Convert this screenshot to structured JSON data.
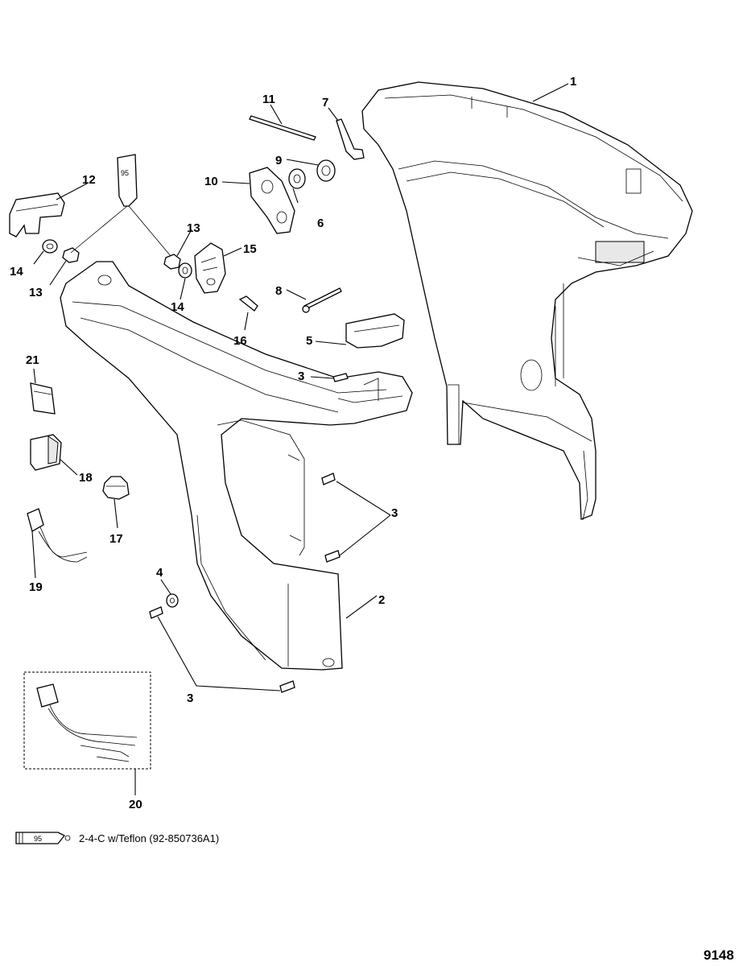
{
  "callouts": {
    "c1": "1",
    "c2": "2",
    "c3a": "3",
    "c3b": "3",
    "c3c": "3",
    "c4": "4",
    "c5": "5",
    "c6": "6",
    "c7": "7",
    "c8": "8",
    "c9": "9",
    "c10": "10",
    "c11": "11",
    "c12": "12",
    "c13a": "13",
    "c13b": "13",
    "c14a": "14",
    "c14b": "14",
    "c15": "15",
    "c16": "16",
    "c17": "17",
    "c18": "18",
    "c19": "19",
    "c20": "20",
    "c21": "21"
  },
  "tube_label": "95",
  "legend": {
    "tube_label": "95",
    "text": "2-4-C w/Teflon (92-850736A1)"
  },
  "figure_number": "9148"
}
